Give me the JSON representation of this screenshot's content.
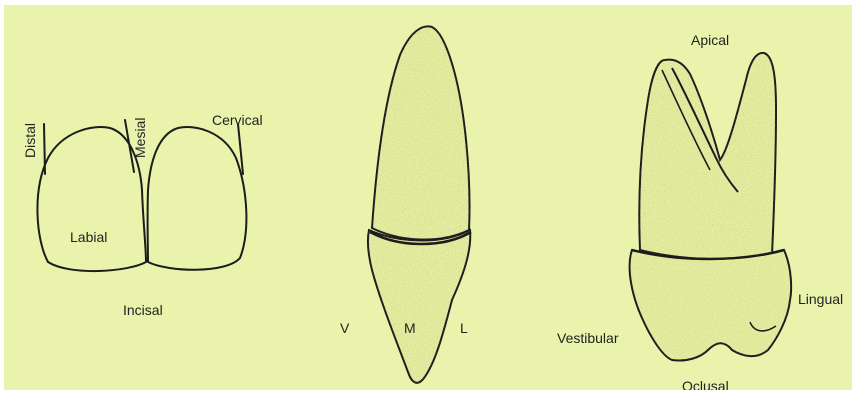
{
  "colors": {
    "background": "#e9f3ac",
    "outline": "#1c1c1c",
    "shade": "#8a8f6a"
  },
  "labels": {
    "distal": "Distal",
    "mesial": "Mesial",
    "cervical": "Cervical",
    "labial": "Labial",
    "incisal": "Incisal",
    "v": "V",
    "m": "M",
    "l": "L",
    "apical": "Apical",
    "lingual": "Lingual",
    "vestibular": "Vestibular",
    "oclusal": "Oclusal"
  }
}
